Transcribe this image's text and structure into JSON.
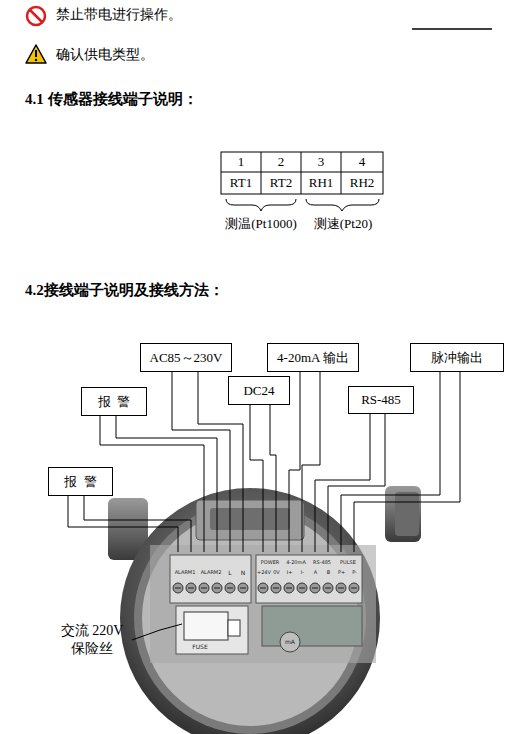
{
  "diagram": {
    "nodes": [
      {
        "text": [
          "AC85～230V"
        ]
      },
      {
        "text": [
          "4-20mA 输出"
        ]
      },
      {
        "text": [
          "脉冲输出"
        ]
      },
      {
        "text": [
          "DC24"
        ]
      },
      {
        "text": [
          "报  警"
        ]
      },
      {
        "text": [
          "RS-485"
        ]
      },
      {
        "text": [
          "报  警"
        ]
      }
    ],
    "labels": [
      "禁止带电进行操作。",
      "确认供电类型。",
      "4.1 传感器接线端子说明：",
      "1",
      "2",
      "3",
      "4",
      "RT1",
      "RT2",
      "RH1",
      "RH2",
      "测温(Pt1000)",
      "测速(Pt20)",
      "4.2接线端子说明及接线方法：",
      "交流 220V 保险丝",
      "ALARM1",
      "ALARM2",
      "L",
      "N",
      "POWER",
      "4-20mA",
      "RS-485",
      "PULSE",
      "+24V",
      "0V",
      "I+",
      "I-",
      "A",
      "B",
      "P+",
      "P-",
      "FUSE",
      "mA"
    ]
  }
}
